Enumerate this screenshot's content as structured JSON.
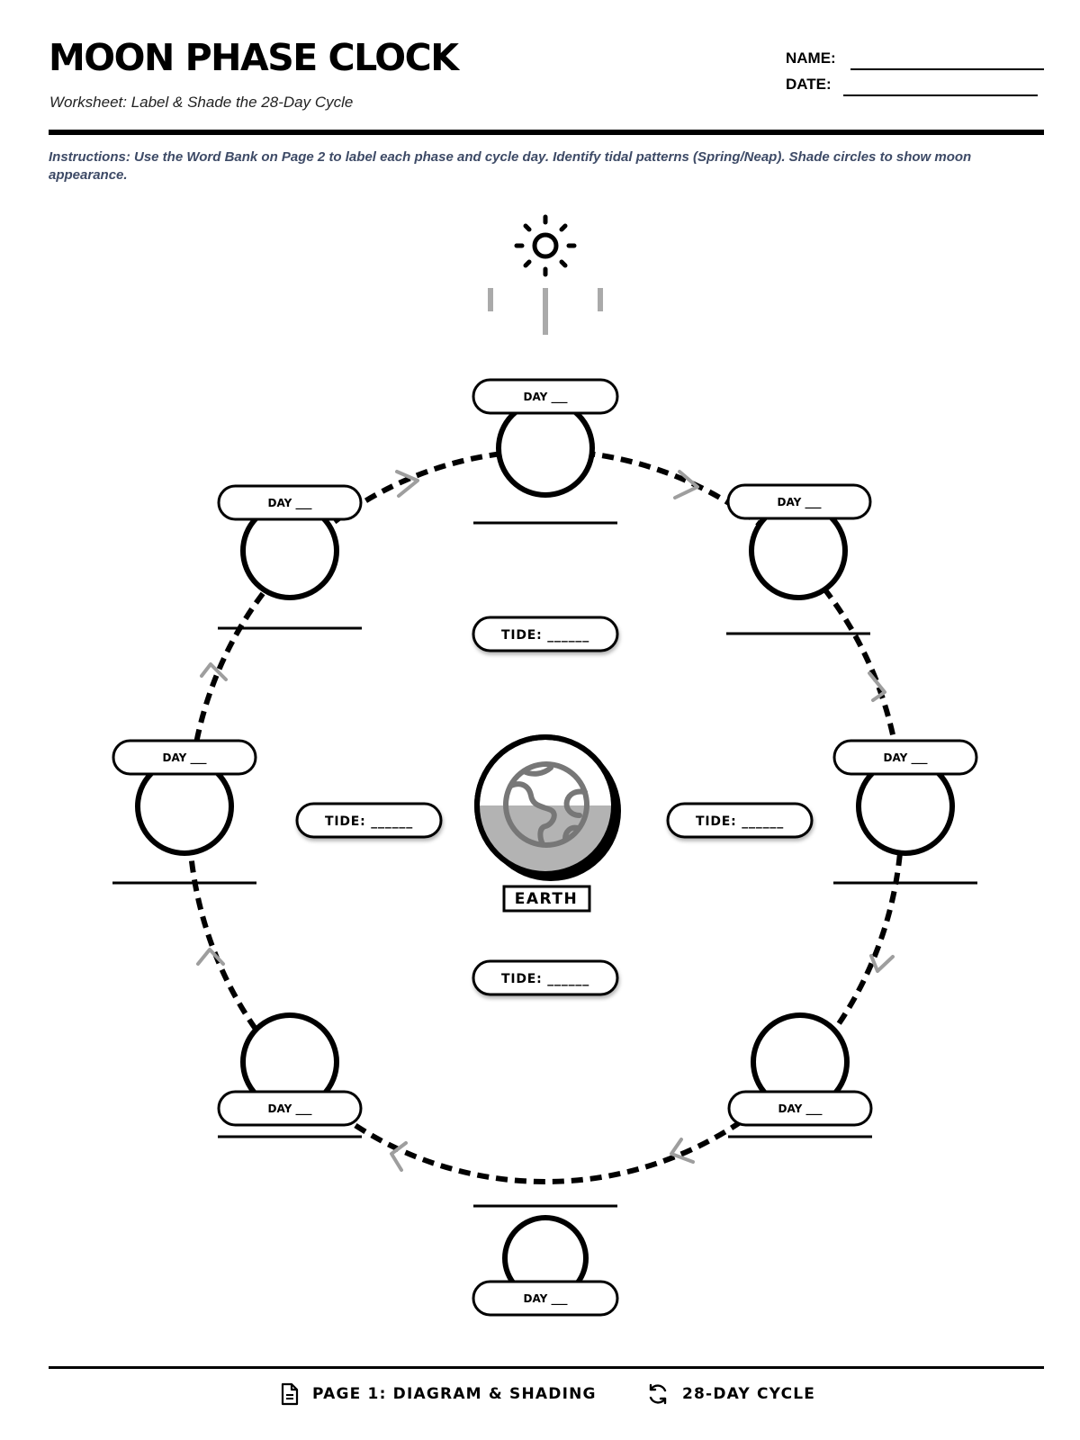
{
  "header": {
    "title": "MOON PHASE CLOCK",
    "subtitle": "Worksheet: Label & Shade the 28-Day Cycle",
    "name_label": "NAME:",
    "date_label": "DATE:"
  },
  "instructions": "Instructions: Use the Word Bank on Page 2 to label each phase and cycle day. Identify tidal patterns (Spring/Neap). Shade circles to show moon appearance.",
  "diagram": {
    "sun_icon": "sun-icon",
    "earth_icon": "globe-icon",
    "earth_label": "EARTH",
    "moon_day_label": "DAY ___",
    "tide_label": "TIDE: ______",
    "moons": [
      {
        "position": "top"
      },
      {
        "position": "top-right"
      },
      {
        "position": "right"
      },
      {
        "position": "bottom-right"
      },
      {
        "position": "bottom"
      },
      {
        "position": "bottom-left"
      },
      {
        "position": "left"
      },
      {
        "position": "top-left"
      }
    ],
    "tides": [
      {
        "position": "top"
      },
      {
        "position": "right"
      },
      {
        "position": "bottom"
      },
      {
        "position": "left"
      }
    ]
  },
  "footer": {
    "page_label": "PAGE 1: DIAGRAM & SHADING",
    "page_icon": "document-icon",
    "cycle_label": "28-DAY CYCLE",
    "cycle_icon": "refresh-icon"
  }
}
